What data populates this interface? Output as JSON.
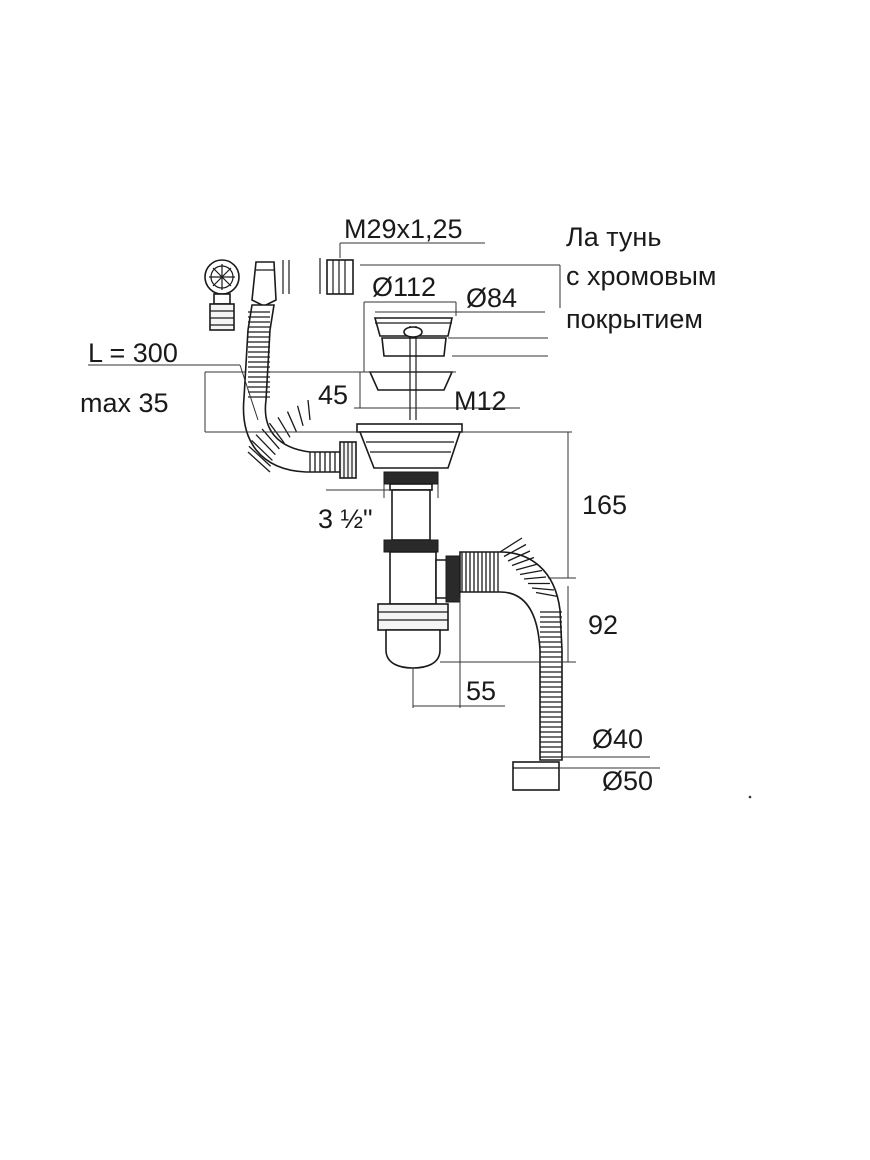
{
  "labels": {
    "thread": "M29x1,25",
    "material_line1": "Ла тунь",
    "material_line2": "с хромовым",
    "material_line3": "покрытием",
    "dia_flange": "Ø112",
    "dia_strainer": "Ø84",
    "hose_length": "L = 300",
    "max_thickness": "max 35",
    "height_45": "45",
    "bolt": "M12",
    "height_165": "165",
    "nut_size": "3 ½\"",
    "height_92": "92",
    "offset_55": "55",
    "dia_40": "Ø40",
    "dia_50": "Ø50"
  }
}
